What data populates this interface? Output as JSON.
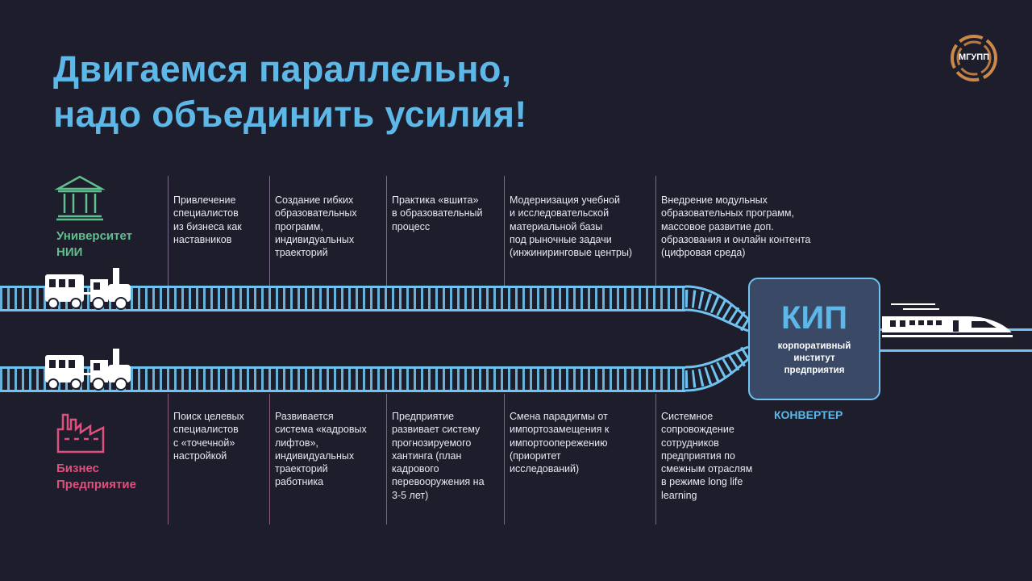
{
  "title": {
    "line1": "Двигаемся параллельно,",
    "line2": "надо объединить усилия!"
  },
  "logo": {
    "text": "МГУПП"
  },
  "university": {
    "line1": "Университет",
    "line2": "НИИ",
    "color": "#5fbf8e",
    "icon": "university-building-icon"
  },
  "business": {
    "line1": "Бизнес",
    "line2": "Предприятие",
    "color": "#e0507e",
    "icon": "factory-icon"
  },
  "top_items": [
    {
      "lines": [
        "Привлечение",
        "специалистов",
        "из бизнеса как",
        "наставников"
      ]
    },
    {
      "lines": [
        "Создание гибких",
        "образовательных",
        "программ,",
        "индивидуальных",
        "траекторий"
      ]
    },
    {
      "lines": [
        "Практика «вшита»",
        "в образовательный",
        "процесс"
      ]
    },
    {
      "lines": [
        "Модернизация учебной",
        "и исследовательской",
        "материальной базы",
        "под рыночные задачи",
        "(инжиниринговые центры)"
      ]
    },
    {
      "lines": [
        "Внедрение модульных",
        "образовательных программ,",
        "массовое развитие доп.",
        "образования и онлайн контента",
        "(цифровая среда)"
      ]
    }
  ],
  "bottom_items": [
    {
      "lines": [
        "Поиск целевых",
        "специалистов",
        "с «точечной»",
        "настройкой"
      ]
    },
    {
      "lines": [
        "Развивается",
        "система «кадровых",
        "лифтов»,",
        "индивидуальных",
        "траекторий",
        "работника"
      ]
    },
    {
      "lines": [
        "Предприятие",
        "развивает систему",
        "прогнозируемого",
        "хантинга (план",
        "кадрового",
        "перевооружения на",
        "3-5 лет)"
      ]
    },
    {
      "lines": [
        "Смена парадигмы от",
        "импортозамещения к",
        "импортоопережению",
        "(приоритет",
        "исследований)"
      ]
    },
    {
      "lines": [
        "Системное",
        "сопровождение",
        "сотрудников",
        "предприятия по",
        "смежным отраслям",
        "в режиме long life",
        "learning"
      ]
    }
  ],
  "kip": {
    "title": "КИП",
    "line1": "корпоративный",
    "line2": "институт",
    "line3": "предприятия"
  },
  "converter": "КОНВЕРТЕР",
  "colors": {
    "background": "#1e1d2c",
    "accent": "#5db8e8",
    "track": "#6fc3ee"
  }
}
